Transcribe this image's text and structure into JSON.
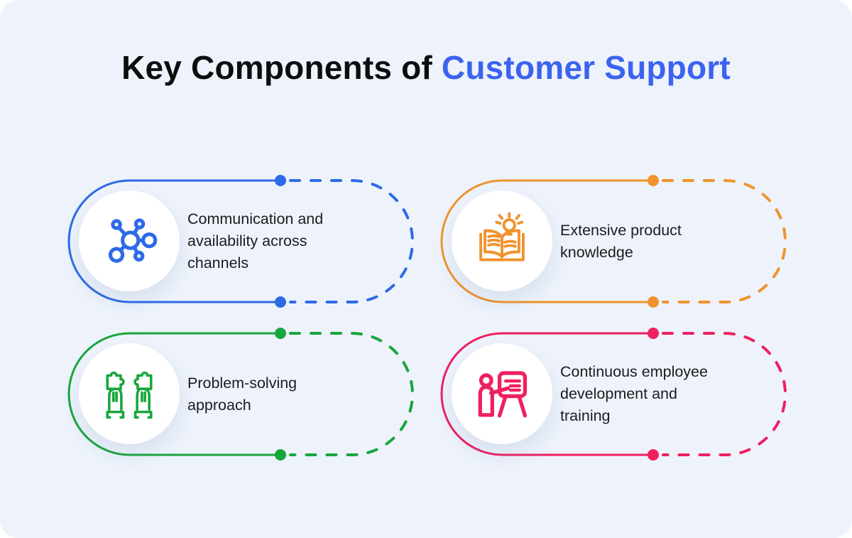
{
  "canvas": {
    "background": "#EEF3FB",
    "page_background": "#FFFFFF"
  },
  "title": {
    "prefix": "Key Components of ",
    "highlight": "Customer Support",
    "text_color": "#0D0D0F",
    "highlight_color": "#3C63F0"
  },
  "text_color": "#1B1C1F",
  "cards": [
    {
      "icon": "network-nodes-icon",
      "label": "Communication and availability across channels",
      "color": "#2E6AE6"
    },
    {
      "icon": "open-book-lightbulb-icon",
      "label": "Extensive product knowledge",
      "color": "#F0932E"
    },
    {
      "icon": "hands-puzzle-icon",
      "label": "Problem-solving approach",
      "color": "#18A63C"
    },
    {
      "icon": "presenter-whiteboard-icon",
      "label": "Continuous employee development and training",
      "color": "#EE2060"
    }
  ]
}
